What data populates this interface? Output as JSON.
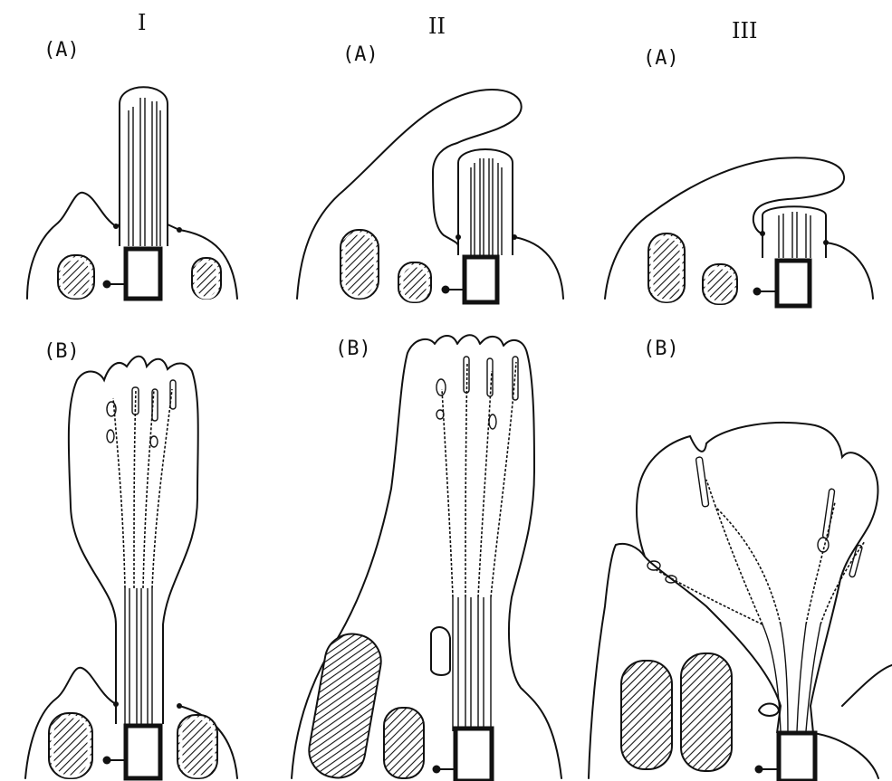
{
  "figure": {
    "columns": [
      {
        "numeral": "I",
        "panel_a": "(A)",
        "panel_b": "(B)"
      },
      {
        "numeral": "II",
        "panel_a": "(A)",
        "panel_b": "(B)"
      },
      {
        "numeral": "III",
        "panel_a": "(A)",
        "panel_b": "(B)"
      }
    ]
  }
}
